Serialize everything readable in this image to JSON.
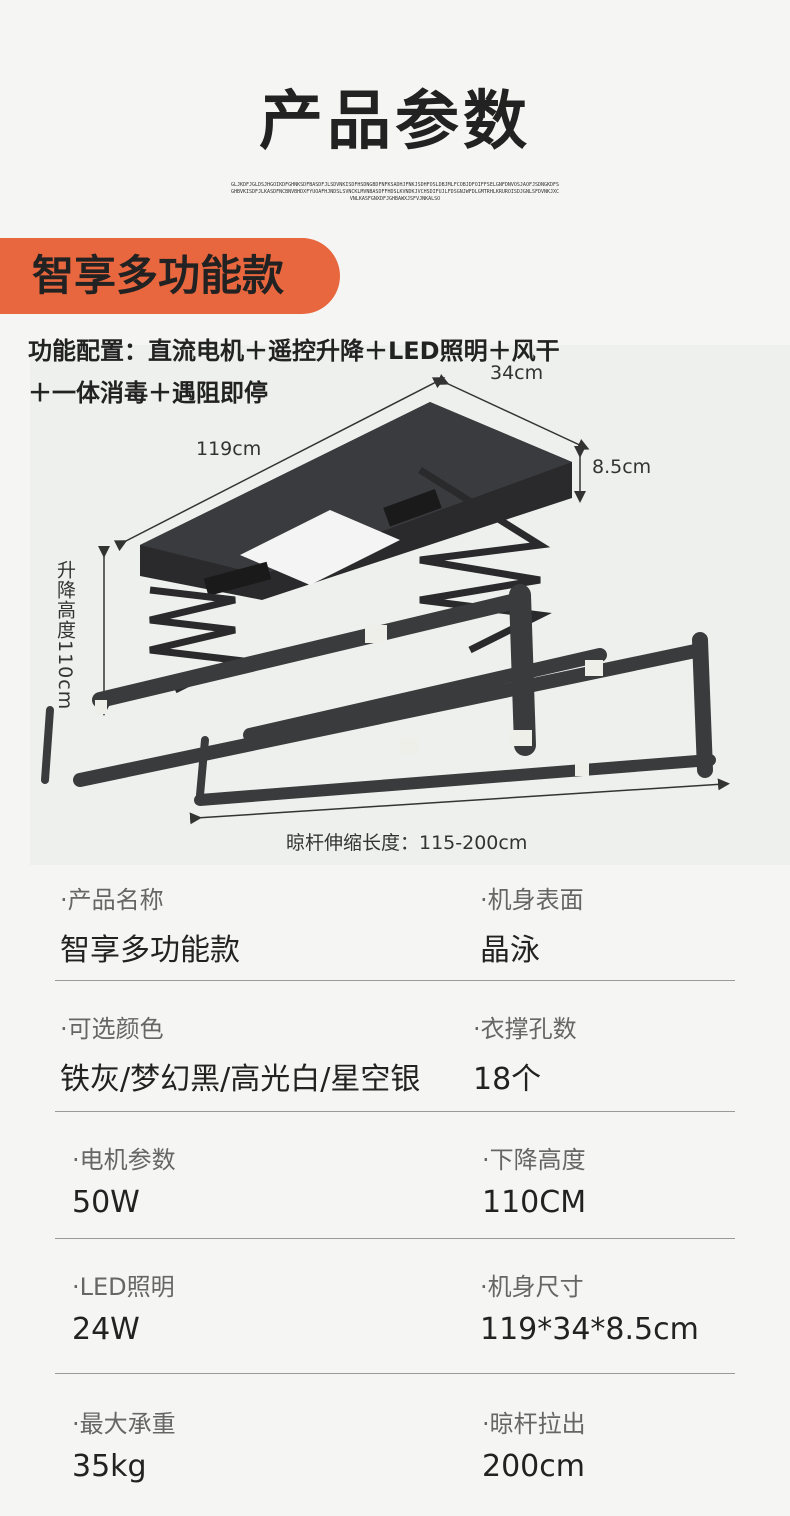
{
  "header": {
    "title": "产品参数",
    "subtitle_text": "GLJKDFJGLDSJHGOIKDFGHNKSDFBASDFJLSDVNKISDFHSDNGBDFNFKSADHJFNKJSDHFOSLDBJMLFCOBJDFOIFFSELGNFDNVOSJAOFJSDNGKDFSGHBVKISDFJLKASDFNCBNVBHDXFYUOAFHJNDSLSVNCKLMVNBASDFFHDSLKVNDKJVCHSDIFUJLFDSGNJWFDLGMTRHLKRUROISDJGNLSFDVNKJXCVNLKASFGNXDFJGHBAWXJSFVJNKALSO"
  },
  "banner": {
    "label": "智享多功能款"
  },
  "features": {
    "line1": "功能配置：直流电机＋遥控升降＋LED照明＋风干",
    "line2": "＋一体消毒＋遇阻即停"
  },
  "dimensions": {
    "width": "34cm",
    "length": "119cm",
    "height": "8.5cm",
    "lift_height": "升降高度110cm",
    "rod_extension": "晾杆伸缩长度：115-200cm"
  },
  "specs": [
    {
      "left_label": "·产品名称",
      "left_value": "智享多功能款",
      "right_label": "·机身表面",
      "right_value": "晶泳"
    },
    {
      "left_label": "·可选颜色",
      "left_value": "铁灰/梦幻黑/高光白/星空银",
      "right_label": "·衣撑孔数",
      "right_value": "18个"
    },
    {
      "left_label": "·电机参数",
      "left_value": "50W",
      "right_label": "·下降高度",
      "right_value": "110CM"
    },
    {
      "left_label": "·LED照明",
      "left_value": "24W",
      "right_label": "·机身尺寸",
      "right_value": "119*34*8.5cm"
    },
    {
      "left_label": "·最大承重",
      "left_value": "35kg",
      "right_label": "·晾杆拉出",
      "right_value": "200cm"
    }
  ],
  "colors": {
    "accent": "#e9673e",
    "body": "#2a2a2c",
    "frame": "#3a3b3d"
  }
}
